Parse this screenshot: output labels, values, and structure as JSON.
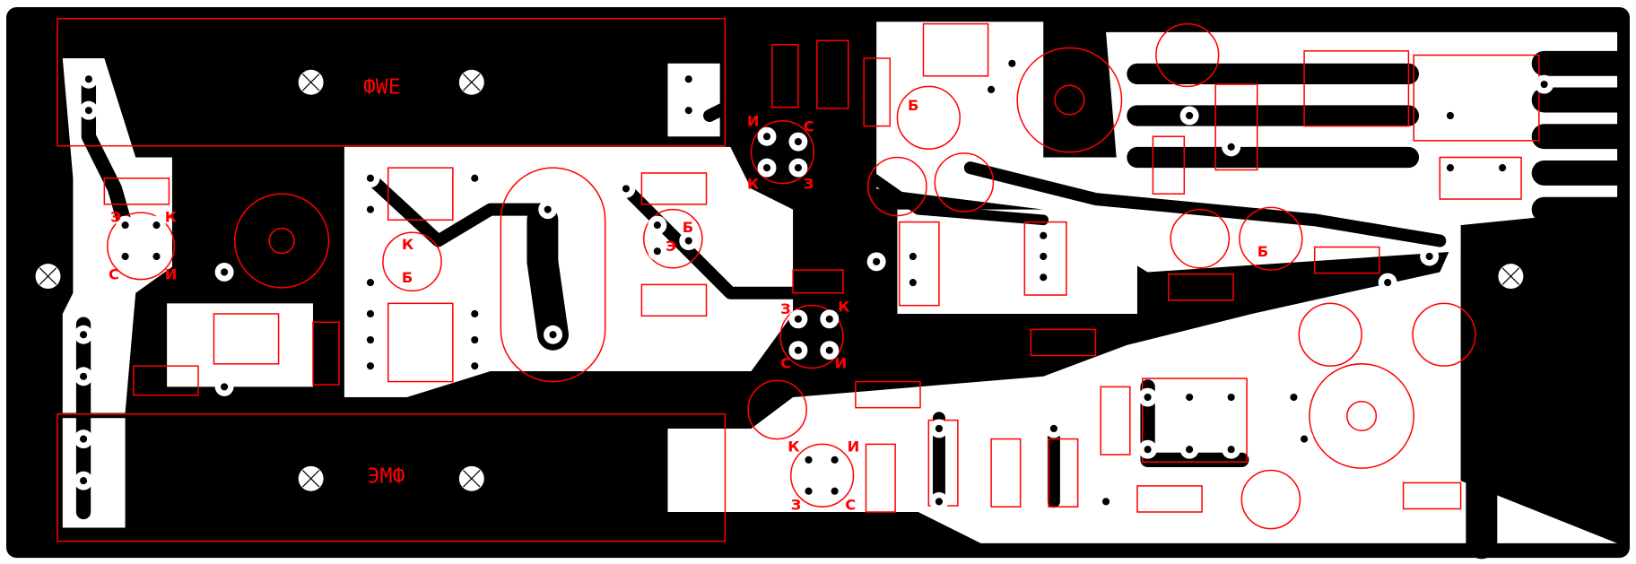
{
  "board": {
    "colors": {
      "copper": "#000000",
      "background": "#ffffff",
      "silkscreen": "#ff0000"
    },
    "labels": {
      "top_heatsink": "ФWE",
      "bottom_heatsink": "ЭМФ"
    },
    "pin_labels": [
      "К",
      "Э",
      "Б",
      "И",
      "С",
      "З"
    ]
  }
}
